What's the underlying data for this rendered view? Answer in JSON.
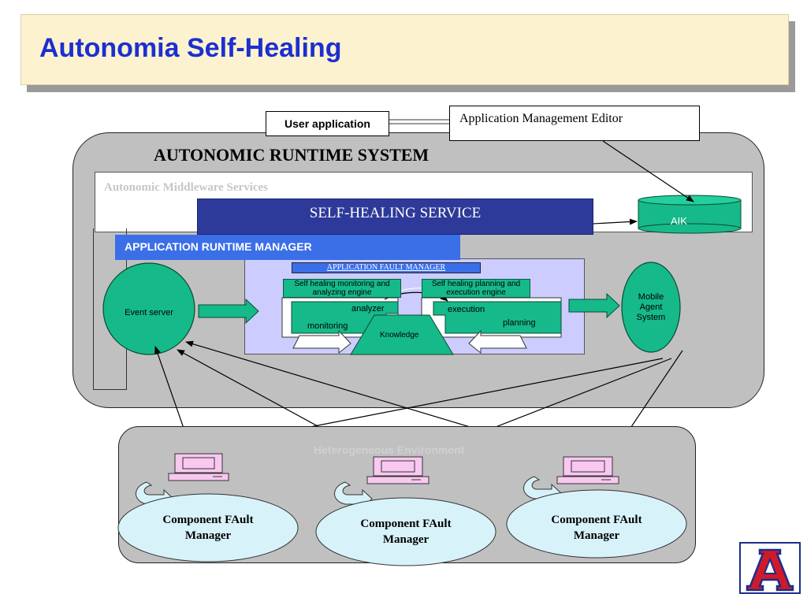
{
  "slide": {
    "title": "Autonomia Self-Healing"
  },
  "top_boxes": {
    "user_application": "User application",
    "application_management_editor": "Application Management Editor"
  },
  "runtime": {
    "title": "AUTONOMIC RUNTIME SYSTEM",
    "middleware_label": "Autonomic Middleware Services",
    "self_healing_service": "SELF-HEALING SERVICE",
    "aik": "AIK",
    "application_runtime_manager": "APPLICATION RUNTIME MANAGER",
    "application_fault_manager": "APPLICATION FAULT MANAGER",
    "monitoring_engine": "Self healing monitoring and analyzing engine",
    "planning_engine": "Self healing planning and execution engine",
    "analyzer": "analyzer",
    "monitoring": "monitoring",
    "execution": "execution",
    "planning": "planning",
    "knowledge": "Knowledge",
    "event_server": "Event server",
    "mobile_agent_system": "Mobile Agent System"
  },
  "environment": {
    "label": "Heterogeneous Environment",
    "component_fault_managers": [
      {
        "label": "Component FAult Manager"
      },
      {
        "label": "Component FAult Manager"
      },
      {
        "label": "Component FAult Manager"
      }
    ]
  },
  "colors": {
    "title_blue": "#1c2fd0",
    "title_bg": "#fdf2cf",
    "service_navy": "#2e3a9a",
    "manager_blue": "#3b6fe8",
    "engine_green": "#16b98a",
    "ellipse_cyan": "#d8f2fa",
    "computer_pink": "#f8c8f0"
  },
  "logo": {
    "icon": "university-a-logo"
  }
}
